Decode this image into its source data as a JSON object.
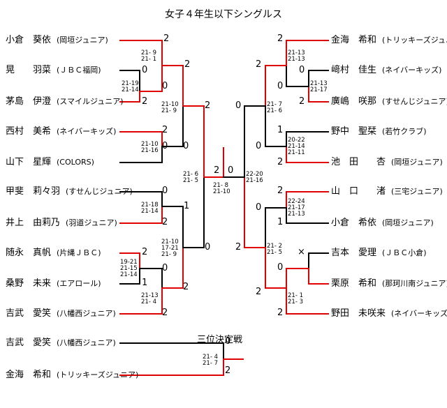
{
  "title": "女子４年生以下シングルス",
  "colors": {
    "winner_line": "#e00000",
    "loser_line": "#000000"
  },
  "players_left": [
    {
      "name": "小倉　葵依",
      "club": "(岡垣ジュニア)"
    },
    {
      "name": "晃　　羽菜",
      "club": "(ＪＢＣ福岡)"
    },
    {
      "name": "茅島　伊澄",
      "club": "(スマイルジュニア)"
    },
    {
      "name": "西村　美希",
      "club": "(ネイバーキッズ)"
    },
    {
      "name": "山下　星輝",
      "club": "(COLORS)"
    },
    {
      "name": "甲斐　莉々羽",
      "club": "(すせんじジュニア)"
    },
    {
      "name": "井上　由莉乃",
      "club": "(羽道ジュニア)"
    },
    {
      "name": "随永　真帆",
      "club": "(片縄ＪＢＣ)"
    },
    {
      "name": "桑野　未来",
      "club": "(エアロール)"
    },
    {
      "name": "吉武　愛笑",
      "club": "(八幡西ジュニア)"
    }
  ],
  "players_right": [
    {
      "name": "金海　希和",
      "club": "(トリッキーズジュニア)"
    },
    {
      "name": "﨑村　佳生",
      "club": "(ネイバーキッズ)"
    },
    {
      "name": "廣嶋　咲那",
      "club": "(すせんじジュニア)"
    },
    {
      "name": "野中　聖栞",
      "club": "(若竹クラブ)"
    },
    {
      "name": "池　田　　杏",
      "club": "(岡垣ジュニア)"
    },
    {
      "name": "山　口　　渚",
      "club": "(三宅ジュニア)"
    },
    {
      "name": "小倉　希依",
      "club": "(岡垣ジュニア)"
    },
    {
      "name": "吉本　愛理",
      "club": "(ＪＢＣ小倉)"
    },
    {
      "name": "栗原　希和",
      "club": "(那珂川南ジュニア)"
    },
    {
      "name": "野田　未咲来",
      "club": "(ネイバーキッズ)"
    }
  ],
  "third_place": {
    "label": "三位決定戦",
    "players": [
      {
        "name": "吉武　愛笑",
        "club": "(八幡西ジュニア)"
      },
      {
        "name": "金海　希和",
        "club": "(トリッキーズジュニア)"
      }
    ],
    "game_scores": "21- 4\n21- 7",
    "score_top": "0",
    "score_bottom": "2"
  },
  "scores": {
    "l_r1_m1_top": "2",
    "l_r1_m1_bot": "0",
    "l_r1_m2_top": "0",
    "l_r1_m2_bot": "2",
    "l_r1_m3_top": "2",
    "l_r1_m3_bot": "0",
    "l_r1_m4_top": "0",
    "l_r1_m4_bot": "2",
    "l_r1_m5_top": "2",
    "l_r1_m5_bot": "0",
    "l_r1_m5_bot2": "1",
    "l_r1_m6_top": "2",
    "l_r2_m1_top": "2",
    "l_r2_m1_bot": "0",
    "l_r2_m2_top": "1",
    "l_r2_m2_bot": "2",
    "l_r3_top": "2",
    "l_r3_bot": "0",
    "final_left": "2",
    "final_right": "0",
    "r_r1_m1_top": "2",
    "r_r1_m1_bot": "0",
    "r_r1_m2_top": "0",
    "r_r1_m2_bot": "2",
    "r_r1_m3_top": "1",
    "r_r1_m3_bot": "2",
    "r_r1_m4_top": "2",
    "r_r1_m4_bot": "1",
    "r_r1_m5_top": "×",
    "r_r1_m5_bot": "0",
    "r_r2_m1_top": "2",
    "r_r2_m1_bot": "0",
    "r_r2_m2_top": "0",
    "r_r2_m2_bot": "2",
    "r_r2_m3_top": "2",
    "r_r3_top": "0",
    "r_r3_bot": "2"
  },
  "game_scores": {
    "l_m1": "21- 9\n21- 1",
    "l_m2": "21-19\n21-14",
    "l_m3": "21-10\n21-16",
    "l_m4": "21-18\n21-14",
    "l_m5": "19-21\n21-15\n21-14",
    "l_r2_m1": "21-10\n21- 9",
    "l_r2_m2": "21-10\n17-21\n21- 9",
    "l_r2_m3": "21-13\n21- 4",
    "l_r3": "21- 6\n21- 5",
    "final": "21- 8\n21-10",
    "r_r3": "22-20\n21-16",
    "r_m1": "21-13\n21-13",
    "r_m2": "21-13\n21-17",
    "r_m3": "20-22\n21-14\n21-11",
    "r_m4": "22-24\n21-17\n21-13",
    "r_m5": "21- 1\n21- 3",
    "r_r2_m1": "21- 7\n21- 6",
    "r_r2_m2": "21- 2\n21- 5"
  }
}
